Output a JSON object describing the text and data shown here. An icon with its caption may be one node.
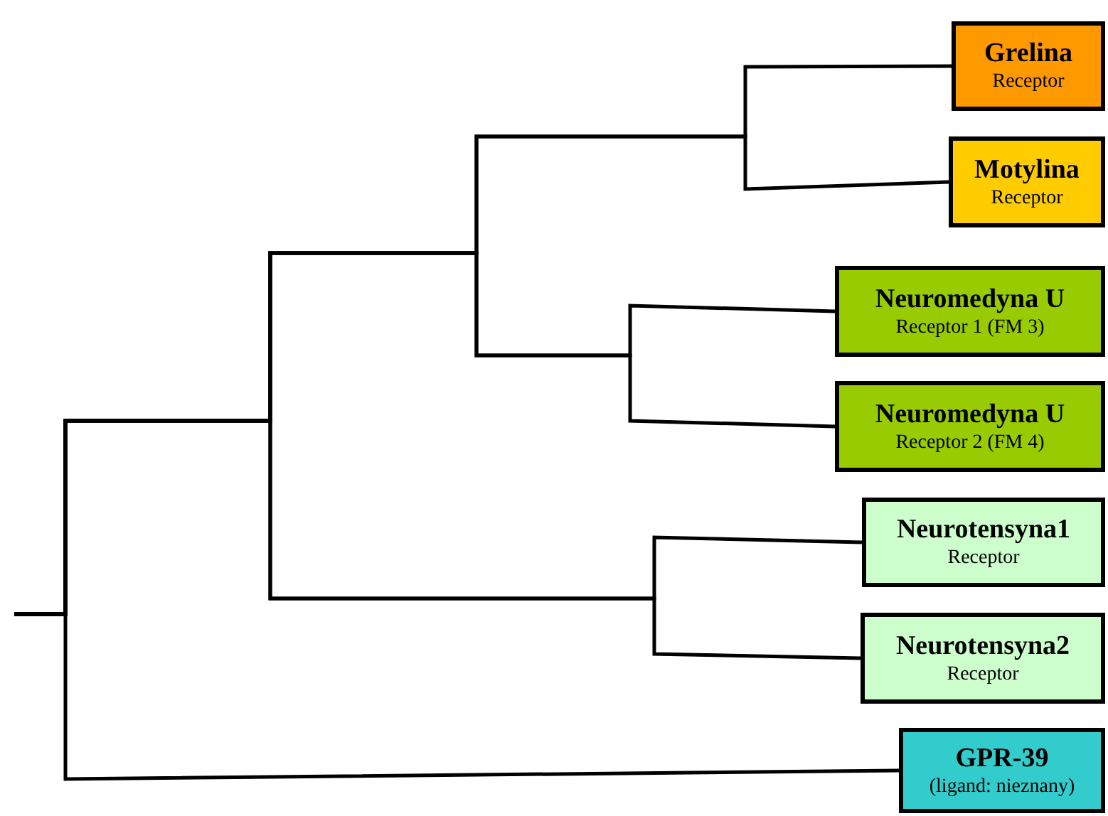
{
  "diagram": {
    "nodes": [
      {
        "text": [
          "Grelina",
          "Receptor"
        ]
      },
      {
        "text": [
          "Motylina",
          "Receptor"
        ]
      },
      {
        "text": [
          "Neuromedyna U",
          "Receptor 1 (FM 3)"
        ]
      },
      {
        "text": [
          "Neuromedyna U",
          "Receptor 2 (FM 4)"
        ]
      },
      {
        "text": [
          "Neurotensyna1",
          "Receptor"
        ]
      },
      {
        "text": [
          "Neurotensyna2",
          "Receptor"
        ]
      },
      {
        "text": [
          "GPR-39",
          "(ligand: nieznany)"
        ]
      }
    ],
    "edges": [
      {
        "from": null,
        "to": 0,
        "arrow": "none"
      },
      {
        "from": null,
        "to": 1,
        "arrow": "none"
      },
      {
        "from": null,
        "to": 2,
        "arrow": "none"
      },
      {
        "from": null,
        "to": 3,
        "arrow": "none"
      },
      {
        "from": null,
        "to": 4,
        "arrow": "none"
      },
      {
        "from": null,
        "to": 5,
        "arrow": "none"
      },
      {
        "from": null,
        "to": 6,
        "arrow": "none"
      }
    ]
  }
}
